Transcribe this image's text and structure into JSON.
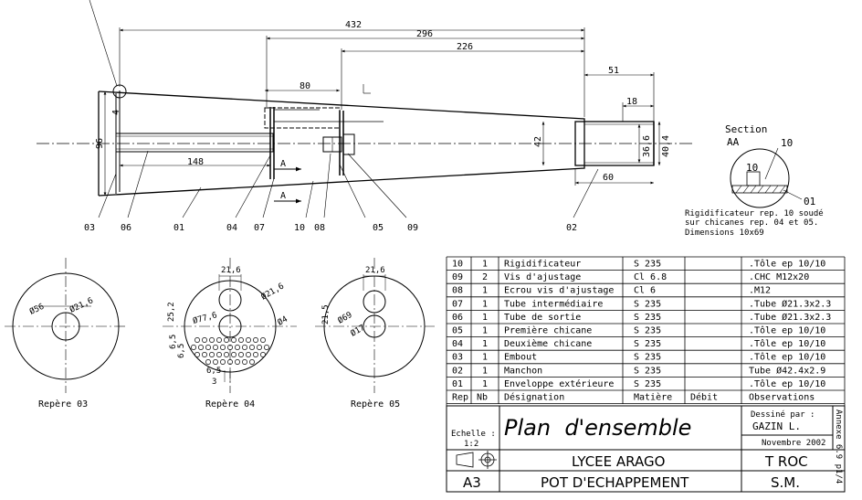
{
  "dimensions": {
    "d432": "432",
    "d296": "296",
    "d226": "226",
    "d80": "80",
    "d51": "51",
    "d18": "18",
    "d96": "96",
    "d148": "148",
    "d42": "42",
    "d366": "36,6",
    "d404": "40,4",
    "d60": "60",
    "d4": "4",
    "dA1": "A",
    "dA2": "A"
  },
  "callouts": [
    "03",
    "06",
    "01",
    "04",
    "07",
    "10",
    "08",
    "05",
    "09",
    "02"
  ],
  "section": {
    "title": "Section",
    "sub": "AA",
    "dim10a": "10",
    "dim10b": "10",
    "ref01": "01",
    "note": [
      "Rigidificateur rep. 10 soudé",
      "sur chicanes rep. 04 et 05.",
      "Dimensions 10x69"
    ]
  },
  "views": {
    "v03": {
      "label": "Repère 03",
      "d56": "Ø56",
      "d216": "Ø21,6"
    },
    "v04": {
      "label": "Repère 04",
      "d216top": "21,6",
      "d216": "Ø21,6",
      "d252": "25,2",
      "d776": "Ø77,6",
      "d4": "Ø4",
      "d65a": "6,5",
      "d65b": "6,5",
      "d65c": "6,5",
      "d3": "3"
    },
    "v05": {
      "label": "Repère 05",
      "d216": "21,6",
      "d215": "21,5",
      "d69": "Ø69",
      "d17": "Ø17"
    }
  },
  "bom": {
    "rows": [
      {
        "rep": "10",
        "nb": "1",
        "designation": "Rigidificateur",
        "matiere": "S 235",
        "debit": "",
        "obs": ".Tôle ep 10/10"
      },
      {
        "rep": "09",
        "nb": "2",
        "designation": "Vis d'ajustage",
        "matiere": "Cl 6.8",
        "debit": "",
        "obs": ".CHC M12x20"
      },
      {
        "rep": "08",
        "nb": "1",
        "designation": "Ecrou vis d'ajustage",
        "matiere": "Cl 6",
        "debit": "",
        "obs": ".M12"
      },
      {
        "rep": "07",
        "nb": "1",
        "designation": "Tube intermédiaire",
        "matiere": "S 235",
        "debit": "",
        "obs": ".Tube Ø21.3x2.3"
      },
      {
        "rep": "06",
        "nb": "1",
        "designation": "Tube de sortie",
        "matiere": "S 235",
        "debit": "",
        "obs": ".Tube Ø21.3x2.3"
      },
      {
        "rep": "05",
        "nb": "1",
        "designation": "Première chicane",
        "matiere": "S 235",
        "debit": "",
        "obs": ".Tôle ep 10/10"
      },
      {
        "rep": "04",
        "nb": "1",
        "designation": "Deuxième chicane",
        "matiere": "S 235",
        "debit": "",
        "obs": ".Tôle ep 10/10"
      },
      {
        "rep": "03",
        "nb": "1",
        "designation": "Embout",
        "matiere": "S 235",
        "debit": "",
        "obs": ".Tôle ep 10/10"
      },
      {
        "rep": "02",
        "nb": "1",
        "designation": "Manchon",
        "matiere": "S 235",
        "debit": "",
        "obs": "Tube Ø42.4x2.9"
      },
      {
        "rep": "01",
        "nb": "1",
        "designation": "Enveloppe extérieure",
        "matiere": "S 235",
        "debit": "",
        "obs": ".Tôle ep 10/10"
      }
    ],
    "header": {
      "rep": "Rep",
      "nb": "Nb",
      "designation": "Désignation",
      "matiere": "Matière",
      "debit": "Débit",
      "obs": "Observations"
    }
  },
  "title_block": {
    "echelle_label": "Echelle :",
    "echelle_value": "1:2",
    "title": "Plan  d'ensemble",
    "dessine_label": "Dessiné par :",
    "author": "GAZIN L.",
    "date": "Novembre 2002",
    "annexe": "Annexe 6.9 p1/4",
    "school": "LYCEE ARAGO",
    "class": "T ROC",
    "format": "A3",
    "subject": "POT D'ECHAPPEMENT",
    "discipline": "S.M."
  }
}
